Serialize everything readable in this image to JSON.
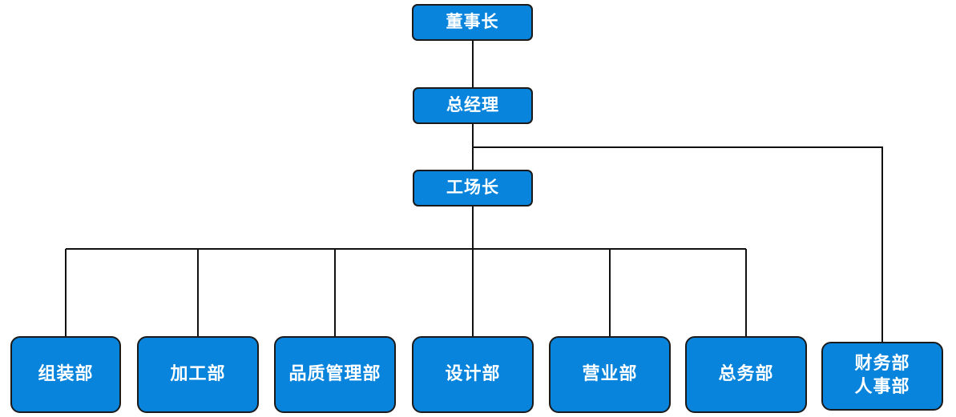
{
  "colors": {
    "node_fill": "#0884DC",
    "connector": "#111111"
  },
  "chart": {
    "chairman": {
      "label": "董事长"
    },
    "general_manager": {
      "label": "总经理"
    },
    "factory_director": {
      "label": "工场长"
    },
    "departments": [
      {
        "label": "组装部"
      },
      {
        "label": "加工部"
      },
      {
        "label": "品质管理部"
      },
      {
        "label": "设计部"
      },
      {
        "label": "营业部"
      },
      {
        "label": "总务部"
      }
    ],
    "finance_hr": {
      "lines": [
        "财务部",
        "人事部"
      ]
    }
  }
}
